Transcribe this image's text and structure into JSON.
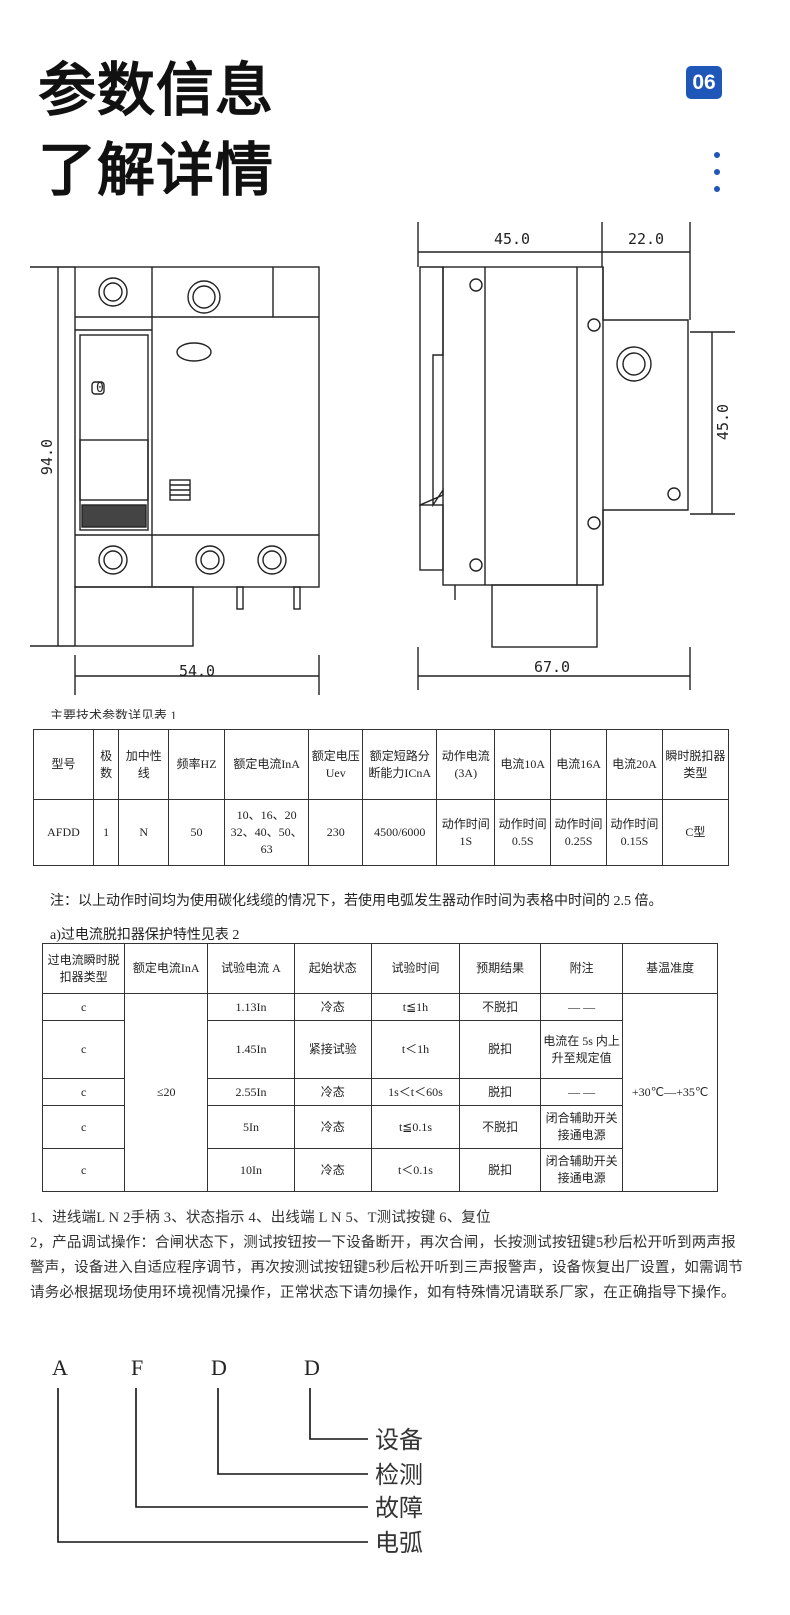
{
  "header": {
    "title_line1": "参数信息",
    "title_line2": "了解详情",
    "badge": "06"
  },
  "drawing": {
    "front_width": "54.0",
    "front_height": "94.0",
    "side_top_left": "45.0",
    "side_top_right": "22.0",
    "side_height": "45.0",
    "side_width": "67.0",
    "switch_mark": "0"
  },
  "table1": {
    "caption": "主要技术参数详见表 1",
    "headers": [
      "型号",
      "极数",
      "加中性线",
      "频率HZ",
      "额定电流InA",
      "额定电压Uev",
      "额定短路分断能力ICnA",
      "动作电流(3A)",
      "电流10A",
      "电流16A",
      "电流20A",
      "瞬时脱扣器类型"
    ],
    "row": [
      "AFDD",
      "1",
      "N",
      "50",
      "10、16、20 32、40、50、63",
      "230",
      "4500/6000",
      "动作时间1S",
      "动作时间0.5S",
      "动作时间0.25S",
      "动作时间0.15S",
      "C型"
    ]
  },
  "note": "注：以上动作时间均为使用碳化线缆的情况下，若使用电弧发生器动作时间为表格中时间的 2.5 倍。",
  "table2": {
    "caption": "a)过电流脱扣器保护特性见表 2",
    "headers": [
      "过电流瞬时脱扣器类型",
      "额定电流InA",
      "试验电流 A",
      "起始状态",
      "试验时间",
      "预期结果",
      "附注",
      "基温准度"
    ],
    "rated": "≤20",
    "temp": "+30℃—+35℃",
    "rows": [
      {
        "type": "c",
        "current": "1.13In",
        "state": "冷态",
        "time": "t≦1h",
        "result": "不脱扣",
        "note": "— —"
      },
      {
        "type": "c",
        "current": "1.45In",
        "state": "紧接试验",
        "time": "t＜1h",
        "result": "脱扣",
        "note": "电流在 5s 内上升至规定值"
      },
      {
        "type": "c",
        "current": "2.55In",
        "state": "冷态",
        "time": "1s＜t＜60s",
        "result": "脱扣",
        "note": "— —"
      },
      {
        "type": "c",
        "current": "5In",
        "state": "冷态",
        "time": "t≦0.1s",
        "result": "不脱扣",
        "note": "闭合辅助开关接通电源"
      },
      {
        "type": "c",
        "current": "10In",
        "state": "冷态",
        "time": "t＜0.1s",
        "result": "脱扣",
        "note": "闭合辅助开关接通电源"
      }
    ]
  },
  "description": {
    "line1": "1、进线端L N    2手柄   3、状态指示   4、出线端 L  N    5、T测试按键   6、复位",
    "line2": "2，产品调试操作：合闸状态下，测试按钮按一下设备断开，再次合闸，长按测试按钮键5秒后松开听到两声报警声，设备进入自适应程序调节，再次按测试按钮键5秒后松开听到三声报警声，设备恢复出厂设置，如需调节请务必根据现场使用环境视情况操作，正常状态下请勿操作，如有特殊情况请联系厂家，在正确指导下操作。"
  },
  "acronym": {
    "letters": [
      "A",
      "F",
      "D",
      "D"
    ],
    "labels": [
      "设备",
      "检测",
      "故障",
      "电弧"
    ]
  }
}
